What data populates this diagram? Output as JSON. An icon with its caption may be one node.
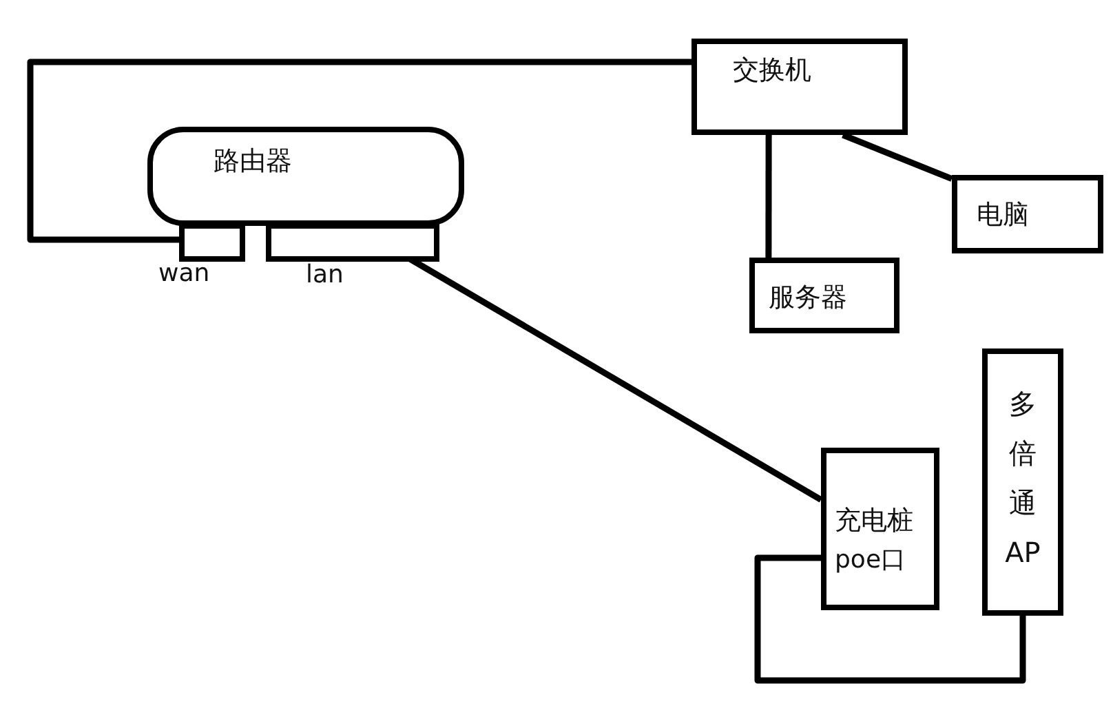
{
  "diagram": {
    "nodes": [
      {
        "text": [
          "路由器"
        ]
      },
      {
        "text": [],
        "shape": "box",
        "beside": [
          "wan"
        ]
      },
      {
        "text": [],
        "shape": "box",
        "beside": [
          "lan"
        ]
      },
      {
        "text": [
          "交换机"
        ]
      },
      {
        "text": [
          "电脑"
        ]
      },
      {
        "text": [
          "服务器"
        ]
      },
      {
        "text": [
          "充电桩",
          "poe口"
        ]
      },
      {
        "text": [
          "多倍通AP"
        ]
      }
    ],
    "edges": [
      {
        "from": 1,
        "to": 3,
        "arrow": "none"
      },
      {
        "from": 3,
        "to": 4,
        "arrow": "none"
      },
      {
        "from": 3,
        "to": 5,
        "arrow": "none"
      },
      {
        "from": 2,
        "to": 6,
        "arrow": "none"
      },
      {
        "from": 7,
        "to": 6,
        "arrow": "none"
      }
    ]
  }
}
